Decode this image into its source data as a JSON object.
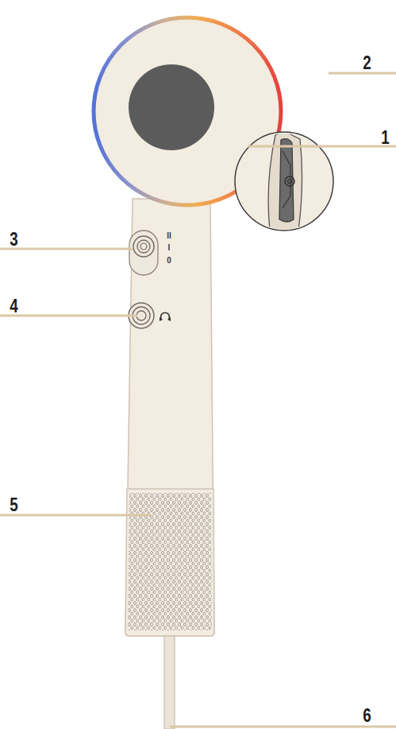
{
  "diagram": {
    "labels": [
      "1",
      "2",
      "3",
      "4",
      "5",
      "6",
      "II",
      "I",
      "0"
    ]
  }
}
